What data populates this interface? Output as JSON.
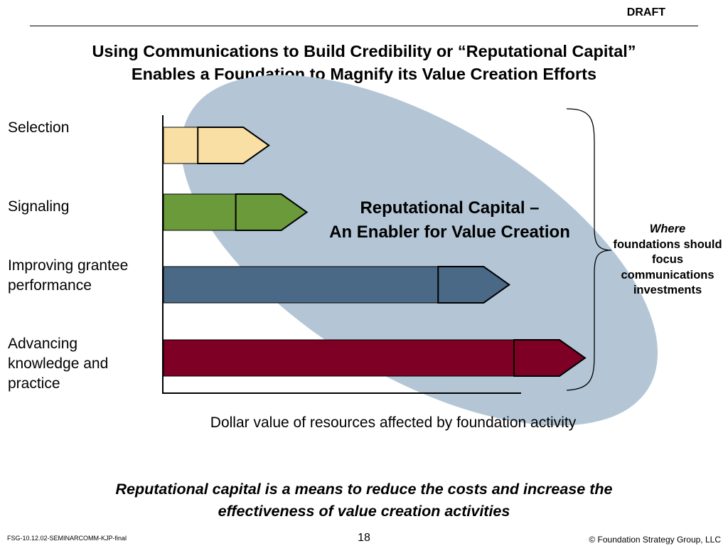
{
  "header": {
    "draft": "DRAFT"
  },
  "title": {
    "line1": "Using Communications to Build Credibility or “Reputational Capital”",
    "line2": "Enables a Foundation to Magnify its Value Creation Efforts"
  },
  "diagram": {
    "categories": [
      {
        "lines": [
          "Selection"
        ],
        "color": "#F9DFA3",
        "value": 0.25
      },
      {
        "lines": [
          "Signaling"
        ],
        "color": "#6A9A3A",
        "value": 0.34
      },
      {
        "lines": [
          "Improving grantee",
          "performance"
        ],
        "color": "#4A6986",
        "value": 0.82
      },
      {
        "lines": [
          "Advancing",
          "knowledge and",
          "practice"
        ],
        "color": "#7E0024",
        "value": 1.0
      }
    ],
    "center_label": {
      "line1": "Reputational Capital –",
      "line2": "An Enabler for Value Creation"
    },
    "brace_note": {
      "emphasis": "Where",
      "rest": "foundations should focus communications investments"
    },
    "ellipse_color": "#B4C6D6",
    "x_axis_label": "Dollar value of resources affected by foundation activity"
  },
  "conclusion": {
    "line1": "Reputational capital is a means to reduce the costs and increase the",
    "line2": "effectiveness of value creation activities"
  },
  "footer": {
    "doc_id": "FSG-10.12.02-SEMINARCOMM-KJP-final",
    "page": "18",
    "copyright": "© Foundation Strategy Group, LLC"
  }
}
